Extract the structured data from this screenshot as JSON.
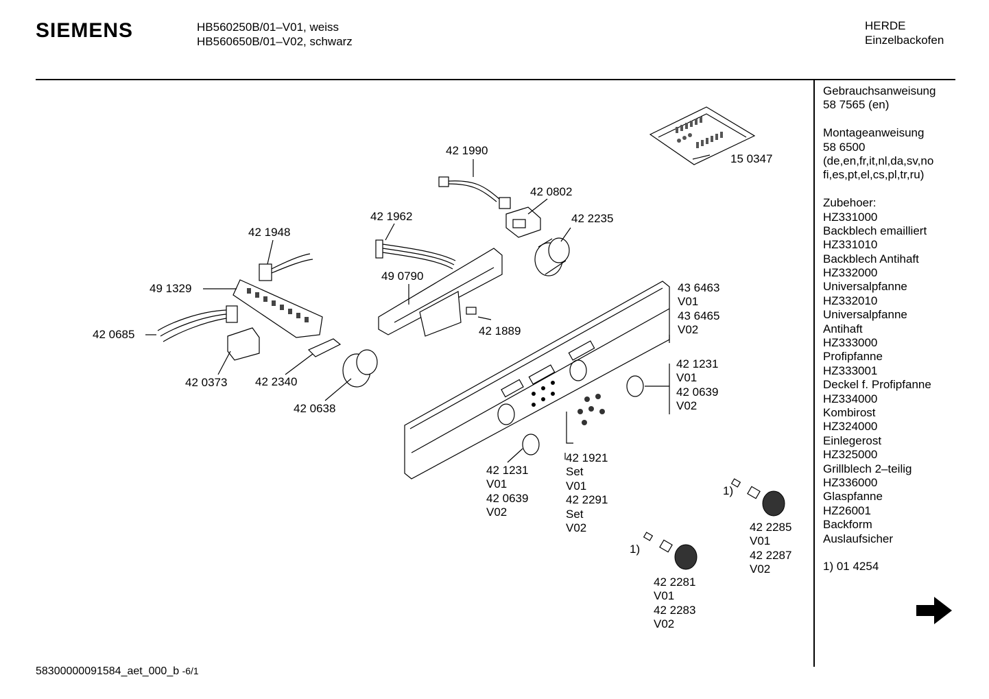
{
  "header": {
    "brand": "SIEMENS",
    "model_line_1": "HB560250B/01–V01, weiss",
    "model_line_2": "HB560650B/01–V02, schwarz",
    "category_line_1": "HERDE",
    "category_line_2": "Einzelbackofen"
  },
  "sidebar": {
    "lines": [
      "Gebrauchsanweisung",
      "58 7565 (en)",
      "",
      "Montageanweisung",
      "58 6500",
      "(de,en,fr,it,nl,da,sv,no",
      "fi,es,pt,el,cs,pl,tr,ru)",
      "",
      "Zubehoer:",
      "HZ331000",
      "Backblech emailliert",
      "HZ331010",
      "Backblech Antihaft",
      "HZ332000",
      "Universalpfanne",
      "HZ332010",
      "Universalpfanne",
      "Antihaft",
      "HZ333000",
      "Profipfanne",
      "HZ333001",
      "Deckel f. Profipfanne",
      "HZ334000",
      "Kombirost",
      "HZ324000",
      "Einlegerost",
      "HZ325000",
      "Grillblech 2–teilig",
      "HZ336000",
      "Glaspfanne",
      "HZ26001",
      "Backform",
      "Auslaufsicher",
      "",
      "1) 01 4254"
    ]
  },
  "parts": {
    "p150347": "15 0347",
    "p421990": "42 1990",
    "p420802": "42 0802",
    "p422235": "42 2235",
    "p421962": "42 1962",
    "p421948": "42 1948",
    "p490790": "49 0790",
    "p491329": "49 1329",
    "p421889": "42 1889",
    "p420685": "42 0685",
    "p420373": "42 0373",
    "p422340": "42 2340",
    "p420638": "42 0638",
    "panel": [
      "43 6463",
      "V01",
      "43 6465",
      "V02"
    ],
    "ring_right": [
      "42 1231",
      "V01",
      "42 0639",
      "V02"
    ],
    "ring_left": [
      "42 1231",
      "V01",
      "42 0639",
      "V02"
    ],
    "screws": [
      "42 1921",
      "Set",
      "V01",
      "42 2291",
      "Set",
      "V02"
    ],
    "knob_right": [
      "42 2285",
      "V01",
      "42 2287",
      "V02"
    ],
    "knob_left": [
      "42 2281",
      "V01",
      "42 2283",
      "V02"
    ],
    "footnote_marker_1": "1)",
    "footnote_marker_2": "1)"
  },
  "footer": {
    "doc_id": "58300000091584_aet_000_b",
    "page": "-6/1"
  },
  "icons": {
    "next_page": "right-arrow-icon"
  }
}
